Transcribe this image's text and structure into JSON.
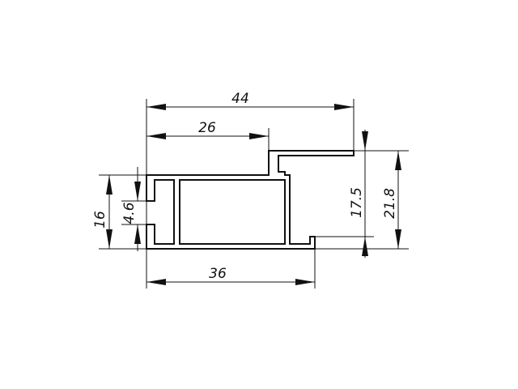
{
  "dimensions": {
    "overall_width": "44",
    "upper_width": "26",
    "lower_width": "36",
    "left_height": "16",
    "slot_height": "4.6",
    "right_inner_height": "17.5",
    "right_overall_height": "21.8"
  }
}
